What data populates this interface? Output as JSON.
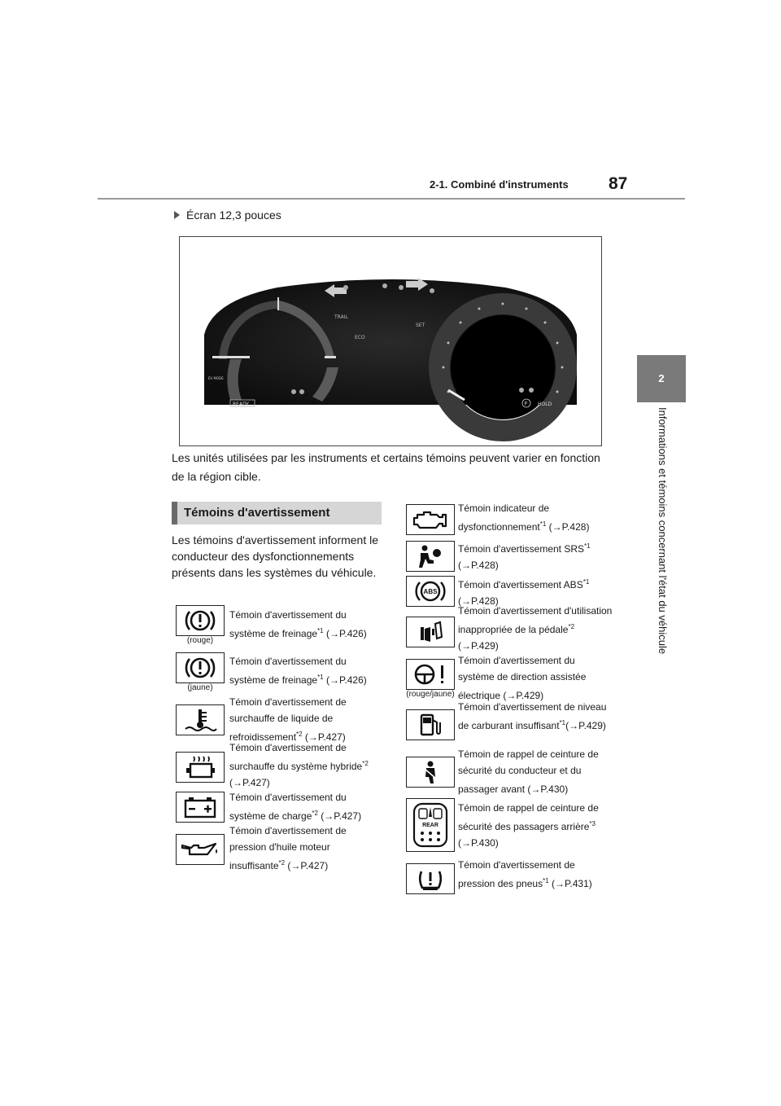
{
  "header": {
    "section": "2-1. Combiné d'instruments",
    "page_number": "87"
  },
  "side_tab": {
    "number": "2",
    "chapter": "Informations et témoins concernant l'état du véhicule"
  },
  "caption": "Écran 12,3 pouces",
  "cluster": {
    "left_label_1": "TRAIL",
    "left_label_2": "ECO",
    "right_label": "SET",
    "ready": "READY",
    "hold": "HOLD",
    "p": "P",
    "ev_mode": "EV MODE"
  },
  "paragraph": "Les unités utilisées par les instruments et certains témoins peuvent varier en fonction de la région cible.",
  "section_heading": "Témoins d'avertissement",
  "intro": "Les témoins d'avertissement informent le conducteur des dysfonctionnements présents dans les systèmes du véhicule.",
  "left_items": [
    {
      "icon": "brake-warning-icon",
      "sub": "(rouge)",
      "text": "Témoin d'avertissement du système de freinage",
      "sup": "*1",
      "ref": " (→P.426)"
    },
    {
      "icon": "brake-warning-icon",
      "sub": "(jaune)",
      "text": "Témoin d'avertissement du système de freinage",
      "sup": "*1",
      "ref": " (→P.426)"
    },
    {
      "icon": "coolant-temperature-icon",
      "sub": "",
      "text": "Témoin d'avertissement de surchauffe de liquide de refroidissement",
      "sup": "*2",
      "ref": " (→P.427)"
    },
    {
      "icon": "hybrid-overheat-icon",
      "sub": "",
      "text": "Témoin d'avertissement de surchauffe du système hybride",
      "sup": "*2",
      "ref": " (→P.427)"
    },
    {
      "icon": "battery-charge-icon",
      "sub": "",
      "text": "Témoin d'avertissement du système de charge",
      "sup": "*2",
      "ref": " (→P.427)"
    },
    {
      "icon": "oil-pressure-icon",
      "sub": "",
      "text": "Témoin d'avertissement de pression d'huile moteur insuffisante",
      "sup": "*2",
      "ref": " (→P.427)"
    }
  ],
  "right_items": [
    {
      "icon": "check-engine-icon",
      "sub": "",
      "text": "Témoin indicateur de dysfonctionnement",
      "sup": "*1",
      "ref": " (→P.428)"
    },
    {
      "icon": "srs-airbag-icon",
      "sub": "",
      "text": "Témoin d'avertissement SRS",
      "sup": "*1",
      "ref": " (→P.428)"
    },
    {
      "icon": "abs-icon",
      "sub": "",
      "text": "Témoin d'avertissement ABS",
      "sup": "*1",
      "ref": " (→P.428)"
    },
    {
      "icon": "pedal-misuse-icon",
      "sub": "",
      "text": "Témoin d'avertissement d'utilisation inappropriée de la pédale",
      "sup": "*2",
      "ref": " (→P.429)"
    },
    {
      "icon": "power-steering-icon",
      "sub": "(rouge/jaune)",
      "text": "Témoin d'avertissement du système de direction assistée électrique",
      "sup": "",
      "ref": " (→P.429)"
    },
    {
      "icon": "fuel-level-icon",
      "sub": "",
      "text": "Témoin d'avertissement de niveau de carburant insuffisant",
      "sup": "*1",
      "ref": "(→P.429)"
    },
    {
      "icon": "seatbelt-reminder-icon",
      "sub": "",
      "text": "Témoin de rappel de ceinture de sécurité du conducteur et du passager avant",
      "sup": "",
      "ref": " (→P.430)"
    },
    {
      "icon": "rear-seatbelt-icon",
      "sub": "",
      "text": "Témoin de rappel de ceinture de sécurité des passagers arrière",
      "sup": "*3",
      "ref": " (→P.430)"
    },
    {
      "icon": "tire-pressure-icon",
      "sub": "",
      "text": "Témoin d'avertissement de pression des pneus",
      "sup": "*1",
      "ref": " (→P.431)"
    }
  ],
  "rear_badge": "REAR",
  "abs_badge": "ABS"
}
